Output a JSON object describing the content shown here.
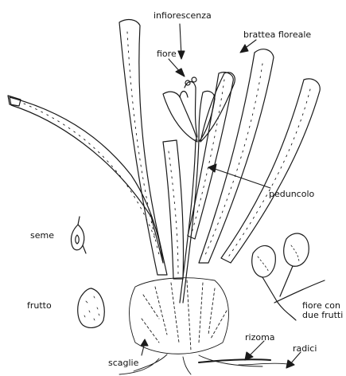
{
  "labels": {
    "infiorescenza": "infiorescenza",
    "brattea": "brattea floreale",
    "fiore": "fiore",
    "seme": "seme",
    "peduncolo": "peduncolo",
    "frutto": "frutto",
    "fiore_con_1": "fiore con",
    "fiore_con_2": "due frutti",
    "rizoma": "rizoma",
    "radici": "radici",
    "scaglie": "scaglie"
  }
}
